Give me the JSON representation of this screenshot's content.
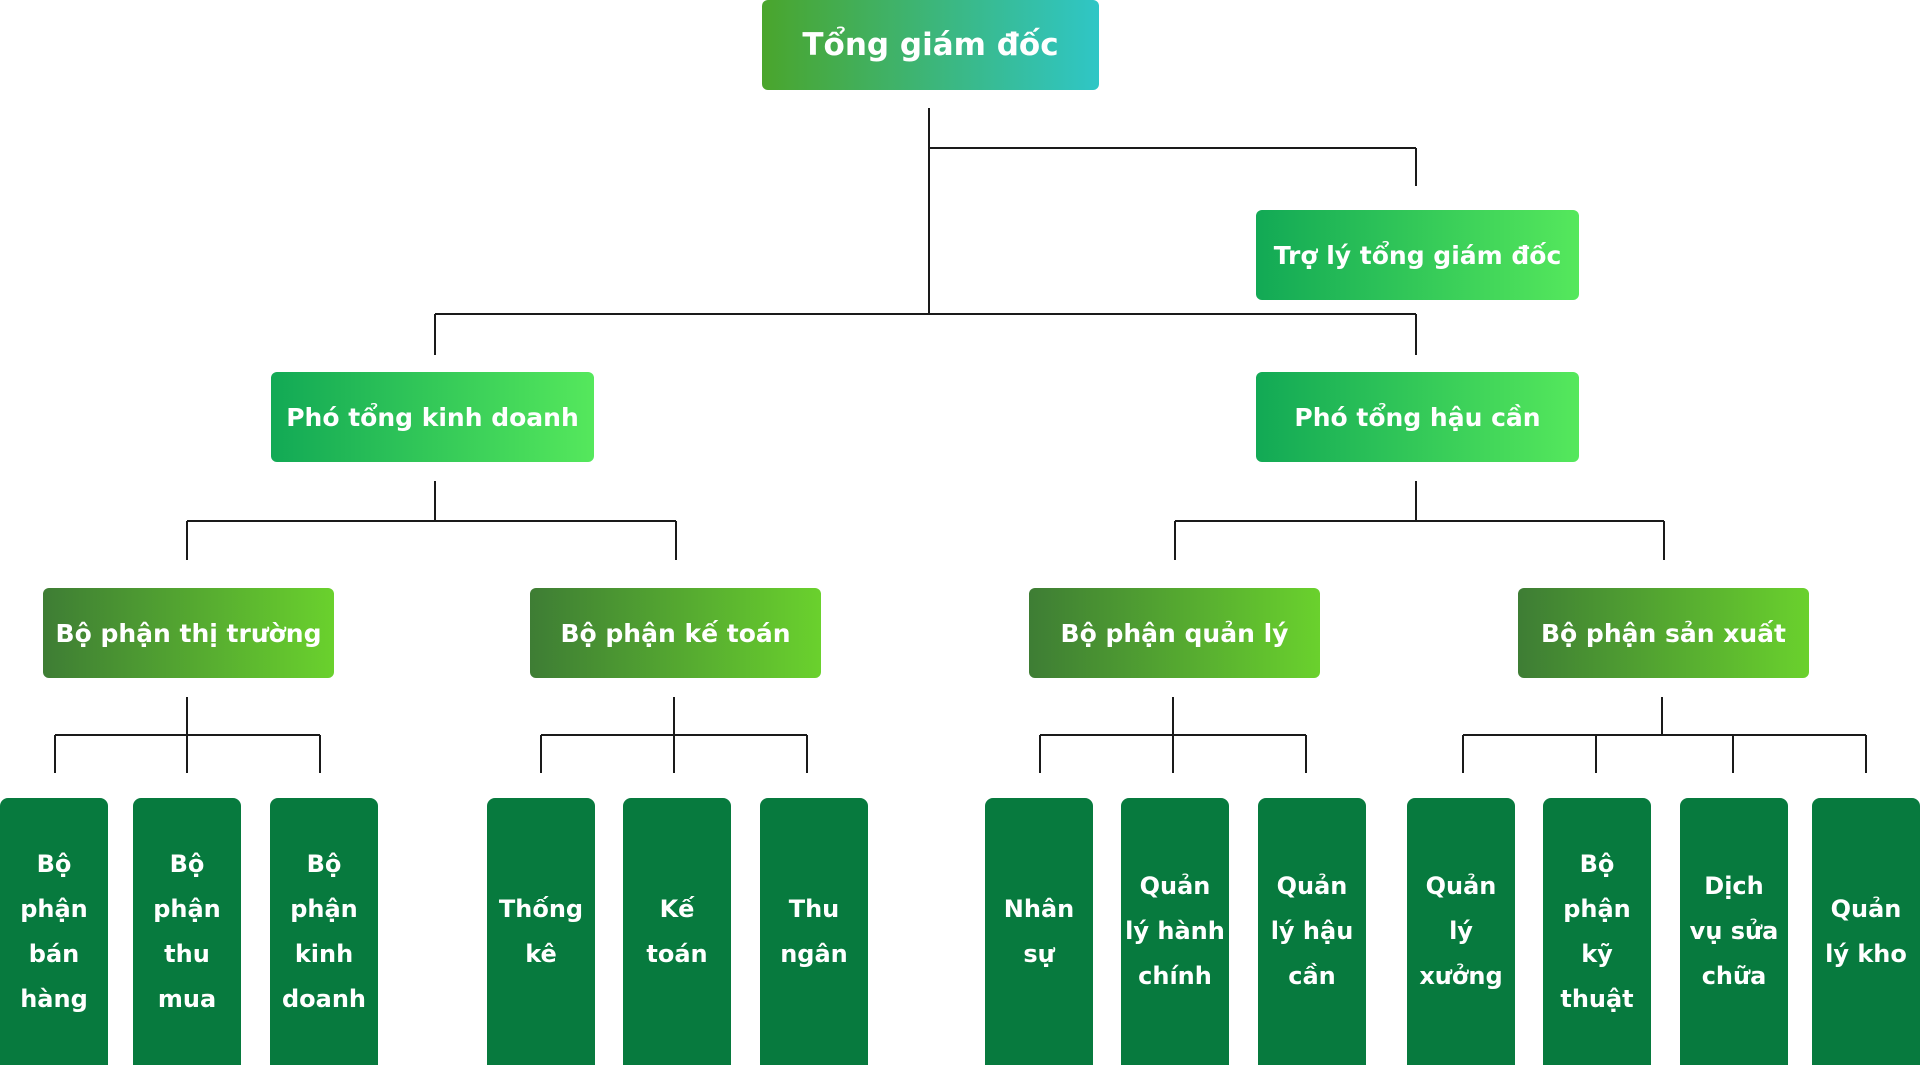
{
  "ceo": "Tổng giám đốc",
  "assistant": "Trợ lý tổng giám đốc",
  "vices": [
    "Phó tổng kinh doanh",
    "Phó tổng hậu cần"
  ],
  "departments": [
    "Bộ phận thị trường",
    "Bộ phận kế toán",
    "Bộ phận quản lý",
    "Bộ phận sản xuất"
  ],
  "units": [
    "Bộ phận bán hàng",
    "Bộ phận thu mua",
    "Bộ phận kinh doanh",
    "Thống kê",
    "Kế toán",
    "Thu ngân",
    "Nhân sự",
    "Quản lý hành chính",
    "Quản lý hậu cần",
    "Quản lý xưởng",
    "Bộ phận kỹ thuật",
    "Dịch vụ sửa chữa",
    "Quản lý kho"
  ],
  "colors": {
    "ceo_gradient": [
      "#4aa52c",
      "#2fc6c6"
    ],
    "vice_gradient": [
      "#12a955",
      "#55e85c"
    ],
    "department_gradient": [
      "#3e7d34",
      "#6ad12d"
    ],
    "unit": "#077a3e",
    "connector": "#1a1a1a"
  }
}
